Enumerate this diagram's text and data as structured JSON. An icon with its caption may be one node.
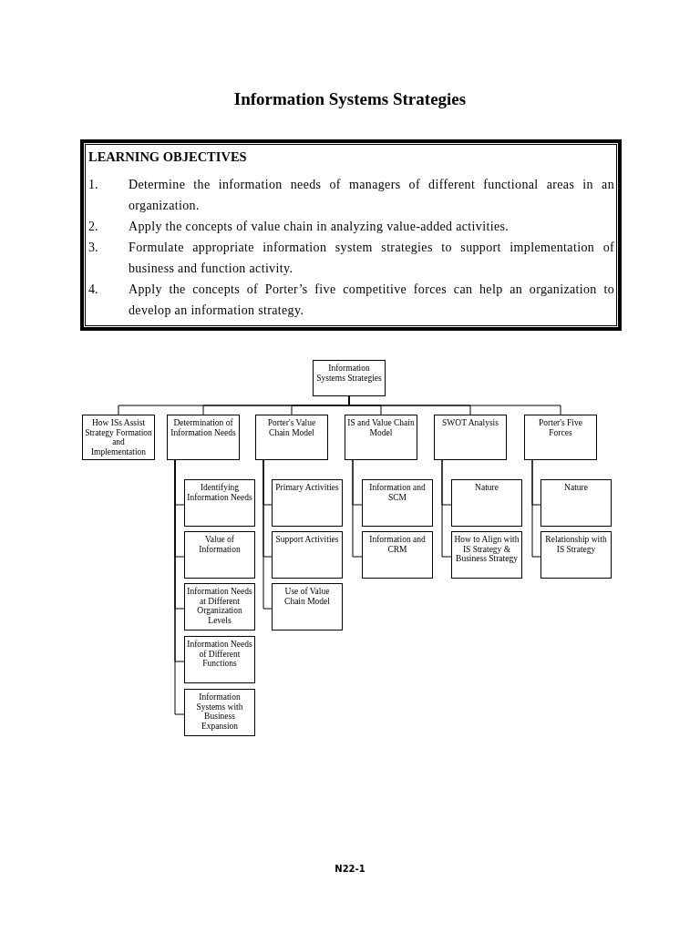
{
  "diagram": {
    "title": "Information Systems Strategies",
    "nodes": [
      {
        "text": [
          "LEARNING OBJECTIVES",
          "1.",
          "Determine the information needs of managers of different functional areas in an organization.",
          "2.",
          "Apply the concepts of value chain in analyzing value-added activities.",
          "3.",
          "Formulate appropriate information system strategies to support implementation of business and function activity.",
          "4.",
          "Apply the concepts of Porter’s five competitive forces can help an organization to develop an information strategy."
        ]
      },
      {
        "text": [
          "Information Systems Strategies"
        ]
      },
      {
        "text": [
          "How ISs Assist Strategy Formation and Implementation"
        ]
      },
      {
        "text": [
          "Determination of Information Needs"
        ]
      },
      {
        "text": [
          "Porter's Value Chain Model"
        ]
      },
      {
        "text": [
          "IS and Value Chain Model"
        ]
      },
      {
        "text": [
          "SWOT Analysis"
        ]
      },
      {
        "text": [
          "Porter's Five Forces"
        ]
      },
      {
        "text": [
          "Identifying Information Needs"
        ]
      },
      {
        "text": [
          "Value of Information"
        ]
      },
      {
        "text": [
          "Information Needs at Different Organization Levels"
        ]
      },
      {
        "text": [
          "Information Needs of Different Functions"
        ]
      },
      {
        "text": [
          "Information Systems with Business Expansion"
        ]
      },
      {
        "text": [
          "Primary Activities"
        ]
      },
      {
        "text": [
          "Support Activities"
        ]
      },
      {
        "text": [
          "Use of Value Chain Model"
        ]
      },
      {
        "text": [
          "Information and SCM"
        ]
      },
      {
        "text": [
          "Information and CRM"
        ]
      },
      {
        "text": [
          "Nature"
        ]
      },
      {
        "text": [
          "How to Align with IS Strategy & Business Strategy"
        ]
      },
      {
        "text": [
          "Nature"
        ]
      },
      {
        "text": [
          "Relationship with IS Strategy"
        ]
      }
    ],
    "edges": [
      {
        "from": 1,
        "to": 2,
        "arrow": "none"
      },
      {
        "from": 1,
        "to": 3,
        "arrow": "none"
      },
      {
        "from": 1,
        "to": 4,
        "arrow": "none"
      },
      {
        "from": 1,
        "to": 5,
        "arrow": "none"
      },
      {
        "from": 1,
        "to": 6,
        "arrow": "none"
      },
      {
        "from": 1,
        "to": 7,
        "arrow": "none"
      },
      {
        "from": 3,
        "to": 8,
        "arrow": "none"
      },
      {
        "from": 3,
        "to": 9,
        "arrow": "none"
      },
      {
        "from": 3,
        "to": 10,
        "arrow": "none"
      },
      {
        "from": 3,
        "to": 11,
        "arrow": "none"
      },
      {
        "from": 3,
        "to": 12,
        "arrow": "none"
      },
      {
        "from": 4,
        "to": 13,
        "arrow": "none"
      },
      {
        "from": 4,
        "to": 14,
        "arrow": "none"
      },
      {
        "from": 4,
        "to": 15,
        "arrow": "none"
      },
      {
        "from": 5,
        "to": 16,
        "arrow": "none"
      },
      {
        "from": 5,
        "to": 17,
        "arrow": "none"
      },
      {
        "from": 6,
        "to": 18,
        "arrow": "none"
      },
      {
        "from": 6,
        "to": 19,
        "arrow": "none"
      },
      {
        "from": 7,
        "to": 20,
        "arrow": "none"
      },
      {
        "from": 7,
        "to": 21,
        "arrow": "none"
      }
    ],
    "labels": [
      "N22-1"
    ]
  }
}
